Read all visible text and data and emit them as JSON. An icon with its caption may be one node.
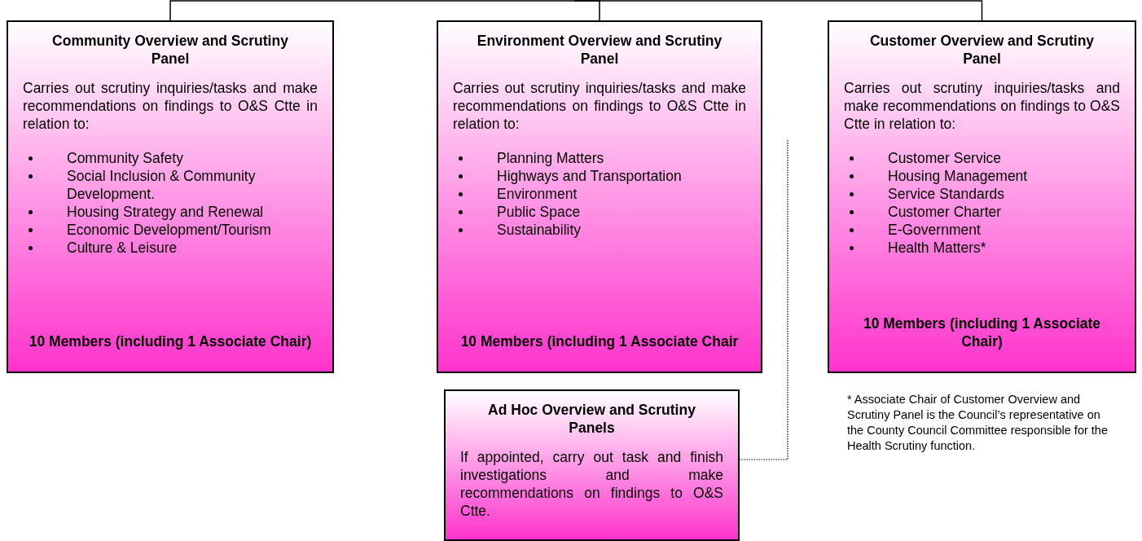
{
  "diagram": {
    "nodes": [
      {
        "text": [
          "Community Overview and Scrutiny Panel",
          "Carries out scrutiny inquiries/tasks and make recommendations on findings to O&S Ctte in relation to:",
          "Community Safety",
          "Social Inclusion & Community Development.",
          "Housing Strategy and Renewal",
          "Economic Development/Tourism",
          "Culture & Leisure",
          "10 Members (including 1 Associate Chair)"
        ]
      },
      {
        "text": [
          "Environment Overview and Scrutiny Panel",
          "Carries out scrutiny inquiries/tasks and make recommendations on findings to O&S Ctte in relation to:",
          "Planning Matters",
          "Highways and Transportation",
          "Environment",
          "Public Space",
          "Sustainability",
          "10 Members (including 1 Associate Chair"
        ]
      },
      {
        "text": [
          "Customer Overview and Scrutiny Panel",
          "Carries out scrutiny inquiries/tasks and make recommendations on findings to O&S Ctte in relation to:",
          "Customer Service",
          "Housing Management",
          "Service Standards",
          "Customer Charter",
          "E-Government",
          "Health Matters*",
          "10 Members (including 1 Associate Chair)"
        ]
      },
      {
        "text": [
          "Ad Hoc Overview and Scrutiny Panels",
          "If appointed, carry out task and finish investigations and make recommendations on findings to O&S Ctte."
        ]
      }
    ],
    "edges": [
      {
        "from": null,
        "to": 0,
        "arrow": "none"
      },
      {
        "from": null,
        "to": 1,
        "arrow": "none"
      },
      {
        "from": null,
        "to": 2,
        "arrow": "none"
      },
      {
        "from": null,
        "to": 3,
        "arrow": "none",
        "style": "dashed"
      }
    ],
    "labels": [
      "* Associate Chair of Customer Overview and Scrutiny Panel is the Council’s representative on the County Council Committee responsible for the Health Scrutiny function."
    ]
  }
}
